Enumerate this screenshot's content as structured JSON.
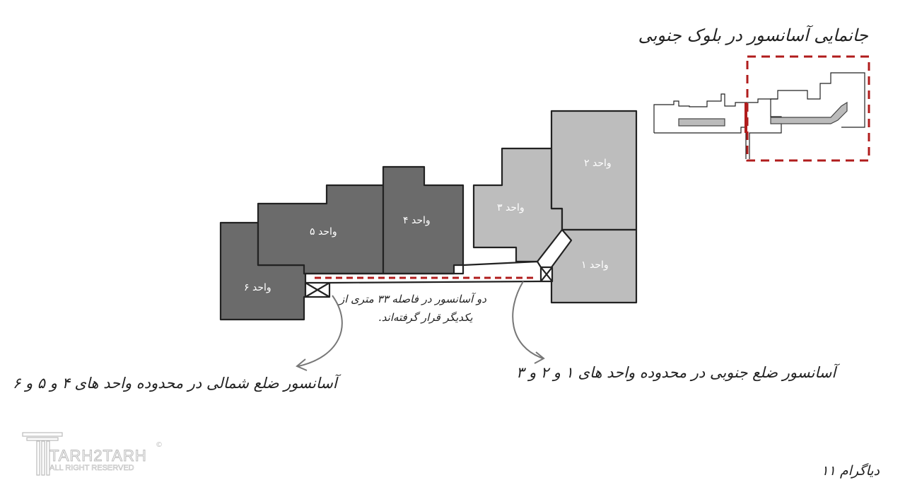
{
  "title": "جانمایی آسانسور در بلوک جنوبی",
  "units": [
    {
      "id": 1,
      "label": "واحد ۱"
    },
    {
      "id": 2,
      "label": "واحد ۲"
    },
    {
      "id": 3,
      "label": "واحد ۳"
    },
    {
      "id": 4,
      "label": "واحد ۴"
    },
    {
      "id": 5,
      "label": "واحد ۵"
    },
    {
      "id": 6,
      "label": "واحد ۶"
    }
  ],
  "note": {
    "line1": "دو آسانسور در فاصله ۳۳ متری از",
    "line2": "یکدیگر قرار گرفته‌اند."
  },
  "captions": {
    "north": "آسانسور ضلع شمالی در محدوده واحد های ۴ و ۵ و ۶",
    "south": "آسانسور ضلع جنوبی در محدوده واحد های ۱ و ۲ و ۳"
  },
  "diagram_label": "دیاگرام ۱۱",
  "logo": {
    "name": "TARH2TARH",
    "tagline": "ALL RIGHT RESERVED",
    "copyright": "©"
  },
  "colors": {
    "dark_unit": "#6b6b6b",
    "light_unit": "#bdbdbd",
    "highlight": "#b01c1c",
    "stroke": "#222222"
  }
}
